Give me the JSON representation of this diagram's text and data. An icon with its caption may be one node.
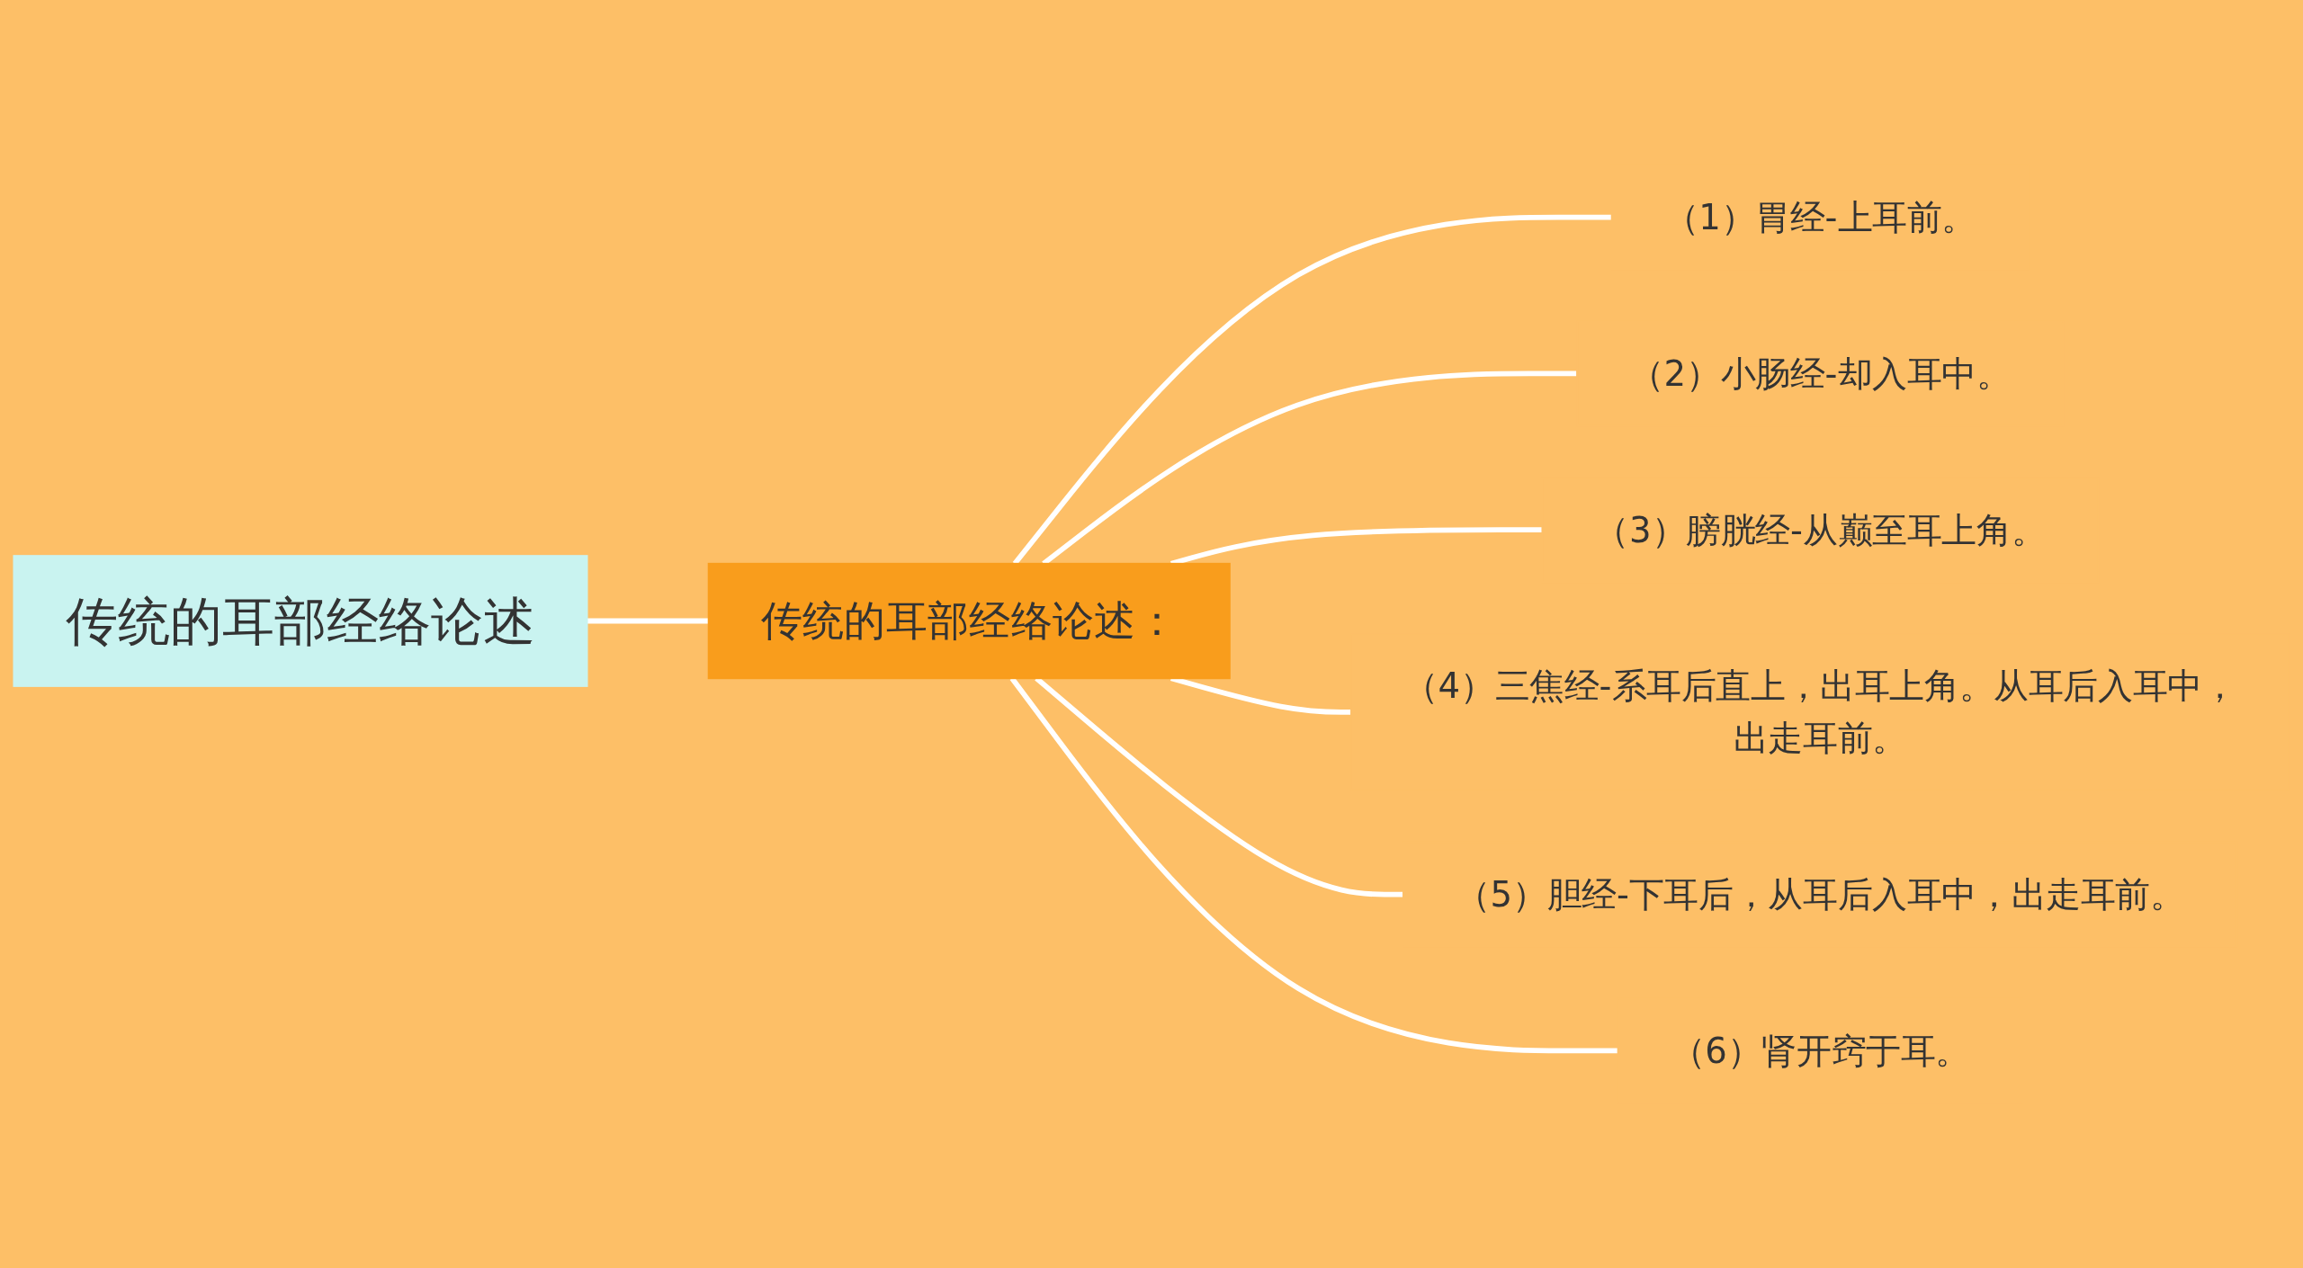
{
  "diagram": {
    "nodes": [
      {
        "text": [
          "传统的耳部经络论述"
        ]
      },
      {
        "text": [
          "传统的耳部经络论述："
        ]
      },
      {
        "text": [
          "（1）胃经-上耳前。"
        ]
      },
      {
        "text": [
          "（2）小肠经-却入耳中。"
        ]
      },
      {
        "text": [
          "（3）膀胱经-从巅至耳上角。"
        ]
      },
      {
        "text": [
          "（4）三焦经-系耳后直上，出耳上角。从耳后入耳中，出走耳前。"
        ]
      },
      {
        "text": [
          "（5）胆经-下耳后，从耳后入耳中，出走耳前。"
        ]
      },
      {
        "text": [
          "（6）肾开窍于耳。"
        ]
      }
    ],
    "edges": [
      {
        "from": 0,
        "to": 1,
        "arrow": "none"
      },
      {
        "from": 1,
        "to": 2,
        "arrow": "none"
      },
      {
        "from": 1,
        "to": 3,
        "arrow": "none"
      },
      {
        "from": 1,
        "to": 4,
        "arrow": "none"
      },
      {
        "from": 1,
        "to": 5,
        "arrow": "none"
      },
      {
        "from": 1,
        "to": 6,
        "arrow": "none"
      },
      {
        "from": 1,
        "to": 7,
        "arrow": "none"
      }
    ]
  }
}
